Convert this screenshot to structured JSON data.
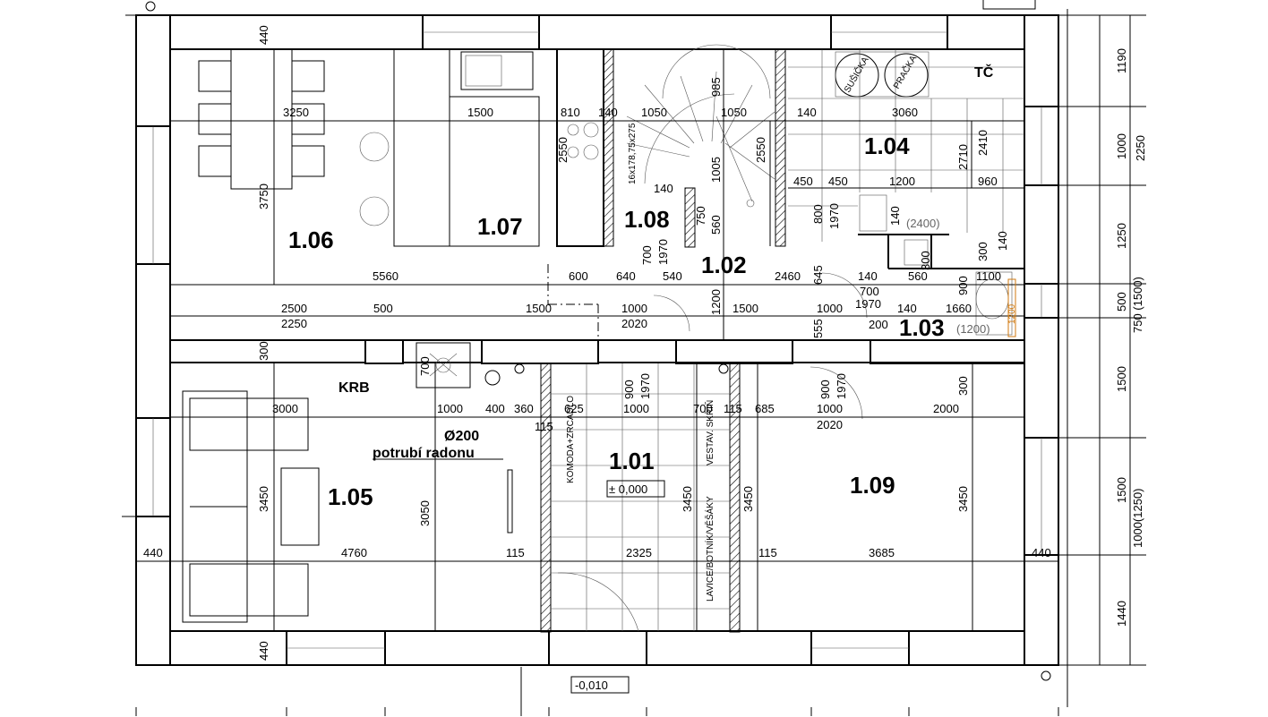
{
  "rooms": [
    {
      "id": "1.01",
      "label": "1.01"
    },
    {
      "id": "1.02",
      "label": "1.02"
    },
    {
      "id": "1.03",
      "label": "1.03"
    },
    {
      "id": "1.04",
      "label": "1.04"
    },
    {
      "id": "1.05",
      "label": "1.05"
    },
    {
      "id": "1.06",
      "label": "1.06"
    },
    {
      "id": "1.07",
      "label": "1.07"
    },
    {
      "id": "1.08",
      "label": "1.08"
    },
    {
      "id": "1.09",
      "label": "1.09"
    }
  ],
  "labels": {
    "krb": "KRB",
    "diameter": "Ø200",
    "radon": "potrubí radonu",
    "tc": "TČ",
    "level_entry": "± 0,000",
    "level_outside": "-0,010",
    "susicka": "SUŠIČKA",
    "pracka": "PRAČKA",
    "komoda": "KOMODA+ZRCADLO",
    "vestavna_skrin": "VESTAV. SKŘÍŇ",
    "lavice": "LAVICE/BOTNÍK/VĚŠÁKY",
    "stairs": "16x178,75x275",
    "dim_2400": "(2400)",
    "dim_1200": "(1200)",
    "dim_1200_orange": "1200"
  },
  "dims": {
    "d440_top": "440",
    "d440_bottom": "440",
    "d440_left": "440",
    "d440_right": "440",
    "d3250": "3250",
    "d1500_top": "1500",
    "d810": "810",
    "d140_a": "140",
    "d1050_a": "1050",
    "d1050_b": "1050",
    "d140_b": "140",
    "d3060": "3060",
    "d985": "985",
    "d2550_a": "2550",
    "d2550_b": "2550",
    "d1005": "1005",
    "d2710": "2710",
    "d2410": "2410",
    "d3750": "3750",
    "d140_c": "140",
    "d450_a": "450",
    "d450_b": "450",
    "d1200_a": "1200",
    "d960": "960",
    "d750": "750",
    "d560_a": "560",
    "d800": "800",
    "d1970_a": "1970",
    "d140_d": "140",
    "d700_a": "700",
    "d1970_b": "1970",
    "d300_a": "300",
    "d300_b": "300",
    "d140_e": "140",
    "d5560": "5560",
    "d600": "600",
    "d640": "640",
    "d540": "540",
    "d2460": "2460",
    "d645": "645",
    "d140_f": "140",
    "d560_b": "560",
    "d900_a": "900",
    "d1100": "1100",
    "d700_b": "700",
    "d1970_c": "1970",
    "d2500": "2500",
    "d500": "500",
    "d1500_b": "1500",
    "d1000_a": "1000",
    "d1200_b": "1200",
    "d1500_c": "1500",
    "d1000_b": "1000",
    "d140_g": "140",
    "d1660": "1660",
    "d2250": "2250",
    "d2020_a": "2020",
    "d555": "555",
    "d200": "200",
    "d300_c": "300",
    "d700_c": "700",
    "d900_b": "900",
    "d1970_d": "1970",
    "d900_c": "900",
    "d1970_e": "1970",
    "d300_d": "300",
    "d3000": "3000",
    "d1000_c": "1000",
    "d400": "400",
    "d360": "360",
    "d625": "625",
    "d1000_d": "1000",
    "d700_d": "700",
    "d115_a": "115",
    "d685": "685",
    "d1000_e": "1000",
    "d2000": "2000",
    "d115_b": "115",
    "d2020_b": "2020",
    "d3450_a": "3450",
    "d3050": "3050",
    "d3450_b": "3450",
    "d3450_c": "3450",
    "d3450_d": "3450",
    "d4760": "4760",
    "d115_c": "115",
    "d2325": "2325",
    "d115_d": "115",
    "d3685": "3685",
    "r1190": "1190",
    "r1000_a": "1000",
    "r2250": "2250",
    "r1250": "1250",
    "r500": "500",
    "r750": "750 (1500)",
    "r1500_a": "1500",
    "r1500_b": "1500",
    "r1000_b": "1000(1250)",
    "r1440": "1440"
  }
}
